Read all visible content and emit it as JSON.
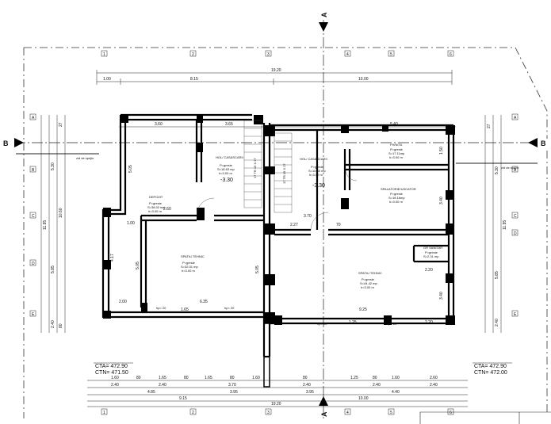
{
  "sections": {
    "a": "A",
    "b": "B"
  },
  "grid_top": [
    "1",
    "2",
    "3",
    "4",
    "5",
    "6"
  ],
  "grid_side": [
    "A",
    "B",
    "C",
    "D",
    "E"
  ],
  "top_dims": {
    "overall": "19.20",
    "left_block": "1.00",
    "mid_block": "8.15",
    "right_block": "10.00",
    "room_a": "3.60",
    "room_b": "3.65",
    "room_c": "5.40"
  },
  "side_dims": {
    "left_total": "11.95",
    "left_upper": "5.30",
    "left_mid": "10.60",
    "left_lower": "5.85",
    "left_base_a": "80",
    "left_base_b": "2.40",
    "right_total": "11.95",
    "right_upper": "5.30",
    "right_lower": "5.85",
    "right_base": "2.40",
    "small_27": "27"
  },
  "inner_dims": {
    "d_505": "5.05",
    "d_260": "2.60",
    "d_100": "1.00",
    "d_417": "4.17",
    "d_200": "2.00",
    "d_165": "1.65",
    "d_635": "6.35",
    "d_370": "3.70",
    "d_227": "2.27",
    "d_70": "70",
    "d_925": "9.25",
    "d_220": "2.20",
    "d_340": "3.40",
    "d_150": "1.50",
    "d_125": "1.25",
    "d_330": "3.30"
  },
  "bottom_dims": {
    "row1": [
      "1.60",
      "80",
      "1.65",
      "80",
      "1.65",
      "80",
      "1.60",
      "80",
      "1.25",
      "80",
      "1.60",
      "2.60"
    ],
    "row2": [
      "2.40",
      "2.40",
      "3.70",
      "2.40",
      "2.40",
      "2.40"
    ],
    "row3": [
      "4.85",
      "3.95",
      "3.95",
      "4.40"
    ],
    "row4": [
      "9.15",
      "10.00"
    ],
    "overall": "19.20",
    "hp": "hp= 20"
  },
  "rooms": [
    {
      "name": "HOL/ CASASCARII",
      "finish": "P=gresie",
      "area": "S=18.63 mp",
      "height": "h=3.00 m",
      "level": "-3.30"
    },
    {
      "name": "HOL/ CASASCARII",
      "finish": "P=gresie",
      "area": "S=10.30 mp",
      "height": "h=3.00 m",
      "level": "-3.30"
    },
    {
      "name": "PIVNITA",
      "finish": "P=gresie",
      "area": "S=17.11mp",
      "height": "h=3.00 m"
    },
    {
      "name": "SPALATORIE/USCATOR",
      "finish": "P=gresie",
      "area": "S=18.16mp",
      "height": "h=3.00 m"
    },
    {
      "name": "DEPOZIT",
      "finish": "P=gresie",
      "area": "S=38.02 mp",
      "height": "h=3.00 m"
    },
    {
      "name": "SPATIU TEHNIC",
      "finish": "P=gresie",
      "area": "S=32.01 mp",
      "height": "h=3.00 m"
    },
    {
      "name": "SPATIU TEHNIC",
      "finish": "P=gresie",
      "area": "S=44.42 mp",
      "height": "h=3.00 m"
    },
    {
      "name": "GR SANITAR",
      "finish": "P=gresie",
      "area": "S=2.31 mp"
    }
  ],
  "labels": {
    "retaining_wall_left": "zid de sprijin",
    "retaining_wall_right": "zid de sprijin",
    "stair_a": "17 TR 19 X 27",
    "stair_b": "17 TR 19 X 27"
  },
  "elevations": {
    "left_cta": "CTA= 472.90",
    "left_ctn": "CTN= 471.50",
    "right_cta": "CTA= 472.90",
    "right_ctn": "CTN= 472.00"
  }
}
